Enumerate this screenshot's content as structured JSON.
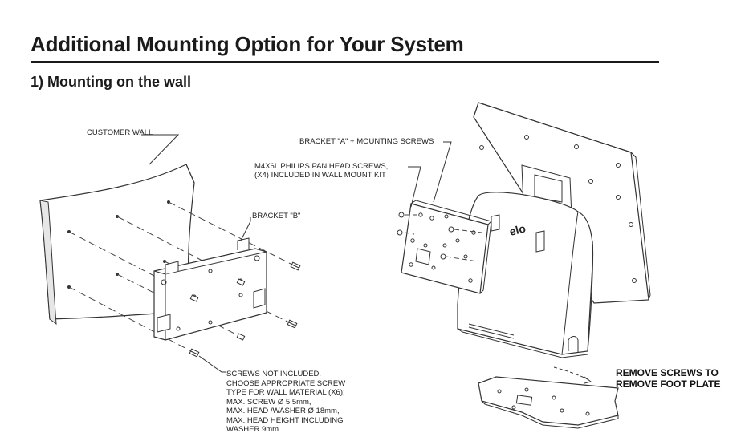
{
  "header": {
    "title": "Additional Mounting Option for Your System",
    "section": "1) Mounting on the wall"
  },
  "wall_figure": {
    "customer_wall": "CUSTOMER WALL",
    "bracket_b": "BRACKET \"B\"",
    "screw_note": [
      "SCREWS NOT INCLUDED.",
      "CHOOSE APPROPRIATE SCREW",
      "TYPE FOR WALL MATERIAL (X6);",
      "MAX. SCREW Ø 5.5mm,",
      "MAX. HEAD /WASHER  Ø 18mm,",
      "MAX. HEAD HEIGHT INCLUDING",
      "WASHER 9mm"
    ]
  },
  "monitor_figure": {
    "bracket_a": "BRACKET \"A\" + MOUNTING SCREWS",
    "philips_screws": [
      "M4X6L PHILIPS PAN HEAD SCREWS,",
      "(X4) INCLUDED IN WALL MOUNT KIT"
    ],
    "foot_plate": [
      "REMOVE SCREWS TO",
      "REMOVE FOOT PLATE"
    ],
    "logo_text": "elo"
  }
}
